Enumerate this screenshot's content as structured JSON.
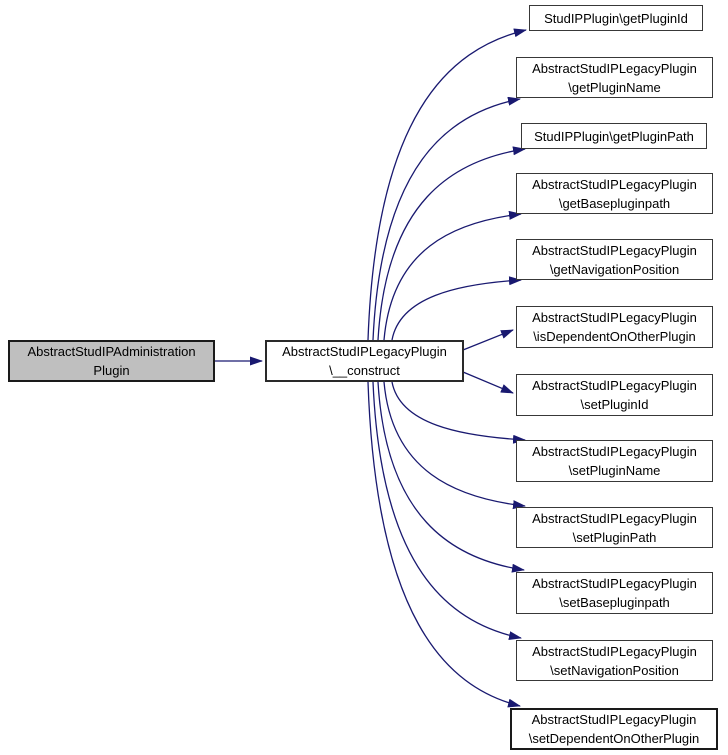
{
  "diagram": {
    "colors": {
      "edge": "#191970",
      "node_fill": "#ffffff",
      "highlight_fill": "#bfbfbf",
      "border": "#383838",
      "background": "#ffffff",
      "text": "#000000"
    },
    "root": {
      "line1": "AbstractStudIPAdministration",
      "line2": "Plugin"
    },
    "caller": {
      "line1": "AbstractStudIPLegacyPlugin",
      "line2": "\\__construct"
    },
    "targets": [
      {
        "line1": "StudIPPlugin\\getPluginId"
      },
      {
        "line1": "AbstractStudIPLegacyPlugin",
        "line2": "\\getPluginName"
      },
      {
        "line1": "StudIPPlugin\\getPluginPath"
      },
      {
        "line1": "AbstractStudIPLegacyPlugin",
        "line2": "\\getBasepluginpath"
      },
      {
        "line1": "AbstractStudIPLegacyPlugin",
        "line2": "\\getNavigationPosition"
      },
      {
        "line1": "AbstractStudIPLegacyPlugin",
        "line2": "\\isDependentOnOtherPlugin"
      },
      {
        "line1": "AbstractStudIPLegacyPlugin",
        "line2": "\\setPluginId"
      },
      {
        "line1": "AbstractStudIPLegacyPlugin",
        "line2": "\\setPluginName"
      },
      {
        "line1": "AbstractStudIPLegacyPlugin",
        "line2": "\\setPluginPath"
      },
      {
        "line1": "AbstractStudIPLegacyPlugin",
        "line2": "\\setBasepluginpath"
      },
      {
        "line1": "AbstractStudIPLegacyPlugin",
        "line2": "\\setNavigationPosition"
      },
      {
        "line1": "AbstractStudIPLegacyPlugin",
        "line2": "\\setDependentOnOtherPlugin"
      }
    ],
    "edges": [
      {
        "from": "root",
        "to": "caller"
      },
      {
        "from": "caller",
        "to": "target-0"
      },
      {
        "from": "caller",
        "to": "target-1"
      },
      {
        "from": "caller",
        "to": "target-2"
      },
      {
        "from": "caller",
        "to": "target-3"
      },
      {
        "from": "caller",
        "to": "target-4"
      },
      {
        "from": "caller",
        "to": "target-5"
      },
      {
        "from": "caller",
        "to": "target-6"
      },
      {
        "from": "caller",
        "to": "target-7"
      },
      {
        "from": "caller",
        "to": "target-8"
      },
      {
        "from": "caller",
        "to": "target-9"
      },
      {
        "from": "caller",
        "to": "target-10"
      },
      {
        "from": "caller",
        "to": "target-11"
      }
    ]
  }
}
